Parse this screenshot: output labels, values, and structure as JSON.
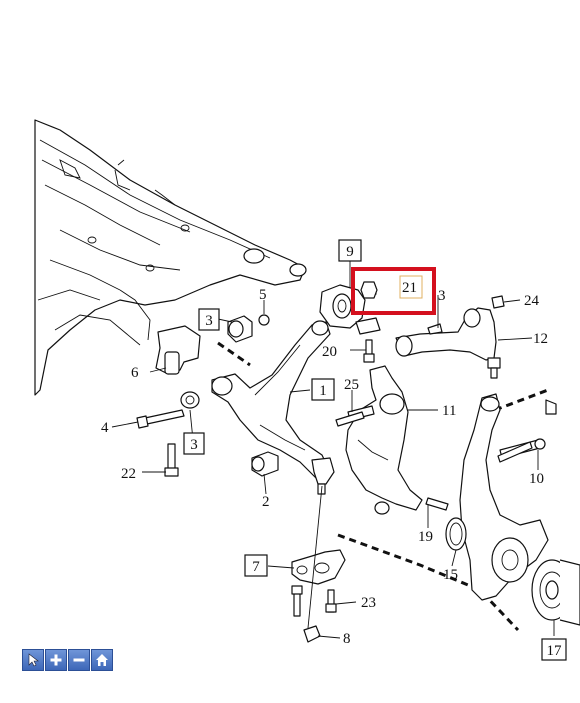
{
  "labels": {
    "n1": "1",
    "n2": "2",
    "n3a": "3",
    "n3b": "3",
    "n3c": "3",
    "n4": "4",
    "n5": "5",
    "n6": "6",
    "n7": "7",
    "n8": "8",
    "n9": "9",
    "n10": "10",
    "n11": "11",
    "n12": "12",
    "n15": "15",
    "n17": "17",
    "n19": "19",
    "n20": "20",
    "n21": "21",
    "n22": "22",
    "n23": "23",
    "n24": "24",
    "n25": "25"
  },
  "colors": {
    "highlight": "#d4101e",
    "toolbar": "#3d67b8"
  },
  "toolbar": [
    "pointer-icon",
    "zoom-in-icon",
    "zoom-out-icon",
    "home-icon"
  ]
}
